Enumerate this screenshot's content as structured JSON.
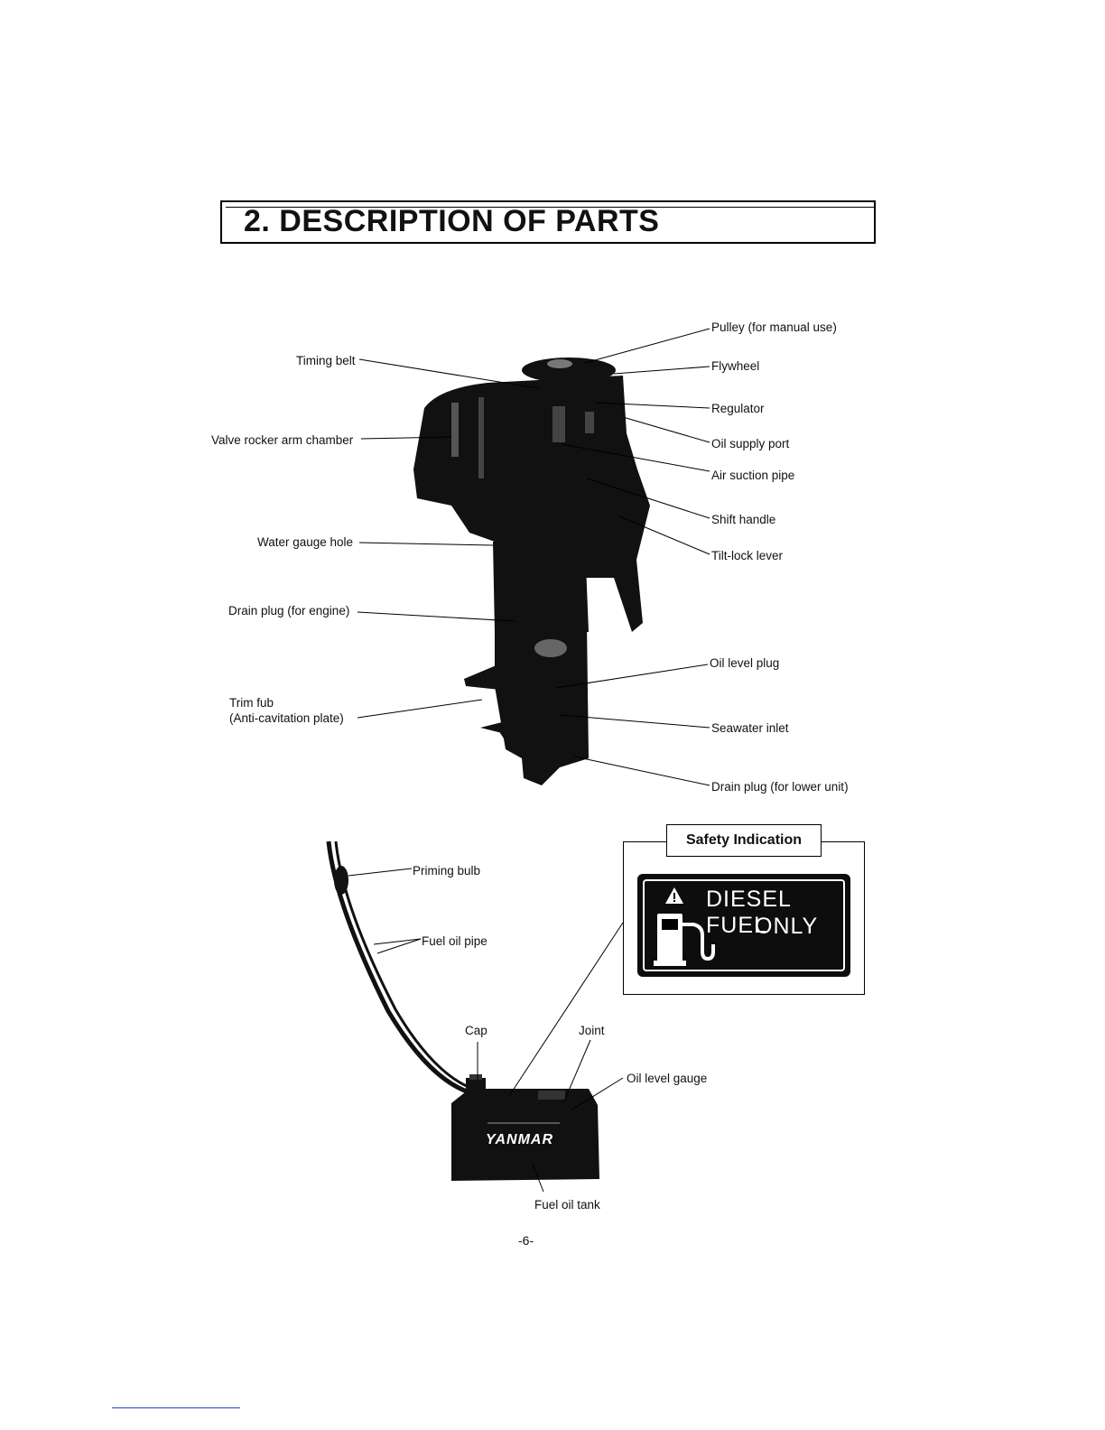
{
  "section": {
    "title": "2. DESCRIPTION OF PARTS"
  },
  "engine_labels": {
    "timing_belt": "Timing belt",
    "valve_rocker": "Valve rocker arm chamber",
    "water_gauge": "Water gauge hole",
    "drain_engine": "Drain plug (for engine)",
    "trim_fub_1": "Trim fub",
    "trim_fub_2": "(Anti-cavitation plate)",
    "pulley": "Pulley (for manual use)",
    "flywheel": "Flywheel",
    "regulator": "Regulator",
    "oil_supply": "Oil supply port",
    "air_suction": "Air suction pipe",
    "shift_handle": "Shift handle",
    "tilt_lock": "Tilt-lock lever",
    "oil_level_plug": "Oil level plug",
    "seawater": "Seawater inlet",
    "drain_lower": "Drain plug (for lower unit)"
  },
  "tank_labels": {
    "priming_bulb": "Priming bulb",
    "fuel_pipe": "Fuel oil pipe",
    "cap": "Cap",
    "joint": "Joint",
    "oil_level_gauge": "Oil level gauge",
    "fuel_tank": "Fuel oil tank",
    "brand": "YANMAR"
  },
  "safety": {
    "heading": "Safety Indication",
    "line1": "DIESEL FUEL",
    "line2": "ONLY"
  },
  "page": {
    "number": "-6-"
  }
}
